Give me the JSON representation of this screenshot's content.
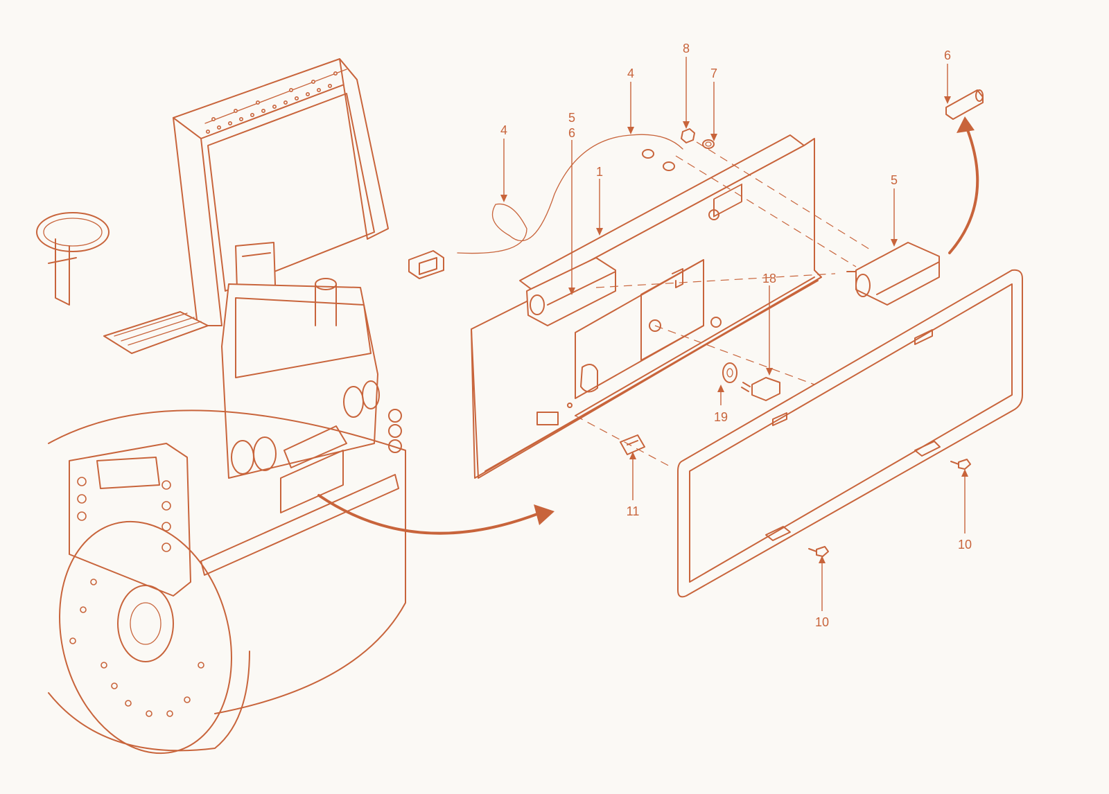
{
  "colors": {
    "background": "#fbf9f5",
    "line": "#c8643b"
  },
  "callouts": [
    {
      "id": "c8",
      "label": "8"
    },
    {
      "id": "c7",
      "label": "7"
    },
    {
      "id": "c6-top-right",
      "label": "6"
    },
    {
      "id": "c4-top",
      "label": "4"
    },
    {
      "id": "c4-left",
      "label": "4"
    },
    {
      "id": "c5-left",
      "label": "5"
    },
    {
      "id": "c6-left",
      "label": "6"
    },
    {
      "id": "c1",
      "label": "1"
    },
    {
      "id": "c5-right",
      "label": "5"
    },
    {
      "id": "c18",
      "label": "18"
    },
    {
      "id": "c19",
      "label": "19"
    },
    {
      "id": "c11",
      "label": "11"
    },
    {
      "id": "c10-right",
      "label": "10"
    },
    {
      "id": "c10-bottom",
      "label": "10"
    }
  ]
}
